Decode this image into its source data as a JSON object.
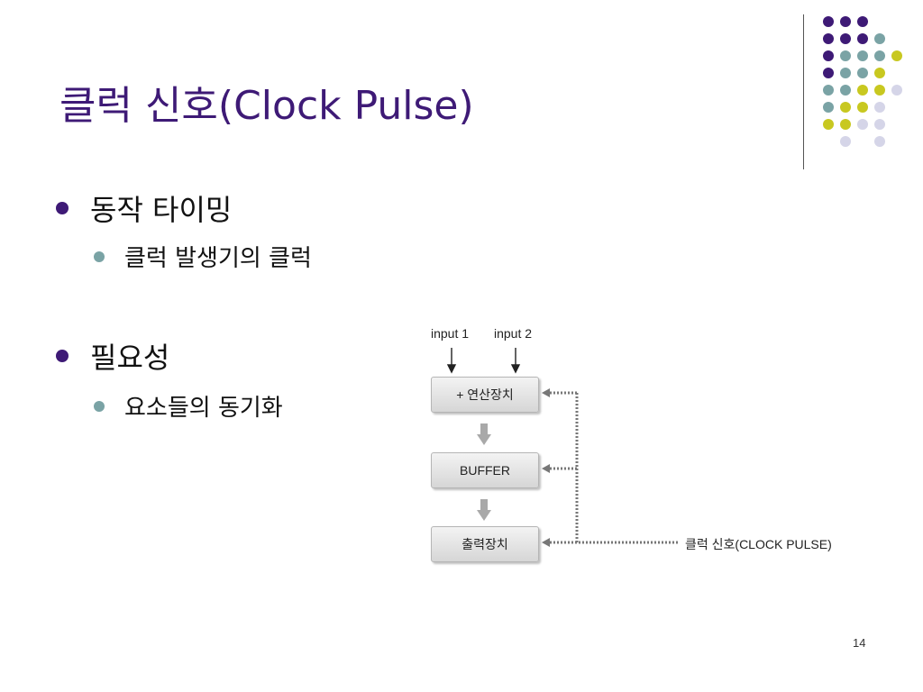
{
  "slide": {
    "title": "클럭 신호(Clock Pulse)",
    "page_number": "14"
  },
  "bullets": [
    {
      "text": "동작 타이밍",
      "sub": [
        "클럭 발생기의 클럭"
      ]
    },
    {
      "text": "필요성",
      "sub": [
        "요소들의 동기화"
      ]
    }
  ],
  "diagram": {
    "inputs": [
      "input 1",
      "input 2"
    ],
    "boxes": [
      "+ 연산장치",
      "BUFFER",
      "출력장치"
    ],
    "clock_label": "클럭 신호(CLOCK PULSE)"
  },
  "colors": {
    "title": "#3e1a76",
    "purple": "#3e1a76",
    "teal": "#7aa3a5",
    "yellow": "#c8c820",
    "lavender": "#d5d5e8"
  }
}
